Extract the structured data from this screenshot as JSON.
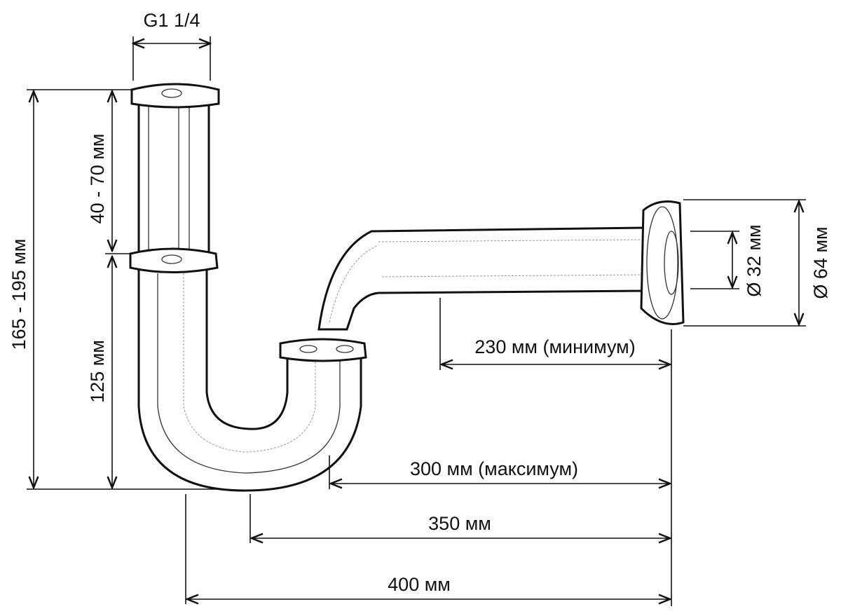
{
  "diagram": {
    "thread_label": "G1 1/4",
    "total_height_label": "165 - 195 мм",
    "upper_adjust_label": "40 - 70 мм",
    "lower_height_label": "125 мм",
    "inner_diameter_label": "Ø 32 мм",
    "flange_diameter_label": "Ø 64 мм",
    "min_length_label": "230 мм (минимум)",
    "max_length_label": "300 мм (максимум)",
    "mid_length_label": "350 мм",
    "total_length_label": "400 мм"
  }
}
